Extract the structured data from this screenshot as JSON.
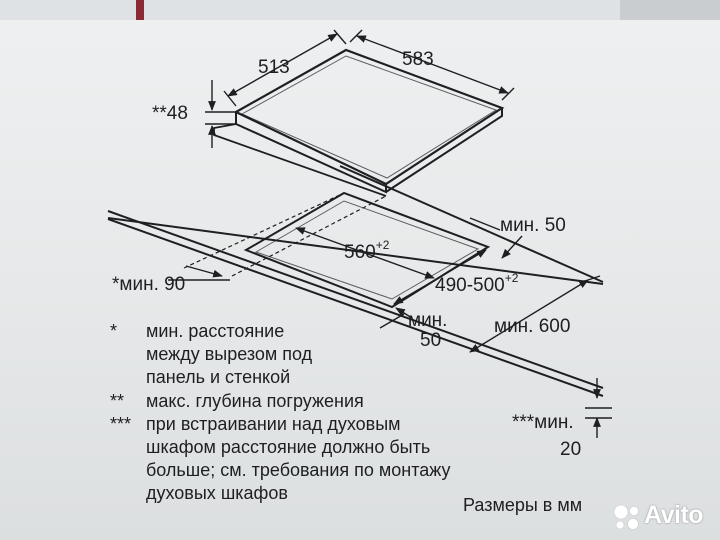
{
  "diagram": {
    "dimensions": {
      "hob_depth": "513",
      "hob_width": "583",
      "hob_height": "**48",
      "cutout_width_base": "560",
      "cutout_width_tol": "+2",
      "cutout_depth_base": "490-500",
      "cutout_depth_tol": "+2",
      "min_90": "*мин. 90",
      "min_50_back": "мин. 50",
      "min_50_front_1": "мин.",
      "min_50_front_2": "50",
      "min_600": "мин. 600",
      "min_20_1": "***мин.",
      "min_20_2": "20"
    }
  },
  "notes": [
    {
      "marker": "*",
      "text": "мин. расстояние"
    },
    {
      "marker": "",
      "text": "между вырезом под"
    },
    {
      "marker": "",
      "text": "панель и стенкой"
    },
    {
      "marker": "**",
      "text": "макс. глубина погружения"
    },
    {
      "marker": "***",
      "text": "при встраивании над духовым"
    },
    {
      "marker": "",
      "text": "шкафом расстояние должно быть"
    },
    {
      "marker": "",
      "text": "больше; см. требования по монтажу"
    },
    {
      "marker": "",
      "text": "духовых шкафов"
    }
  ],
  "units_label": "Размеры в мм",
  "watermark": {
    "text": "Avito"
  }
}
